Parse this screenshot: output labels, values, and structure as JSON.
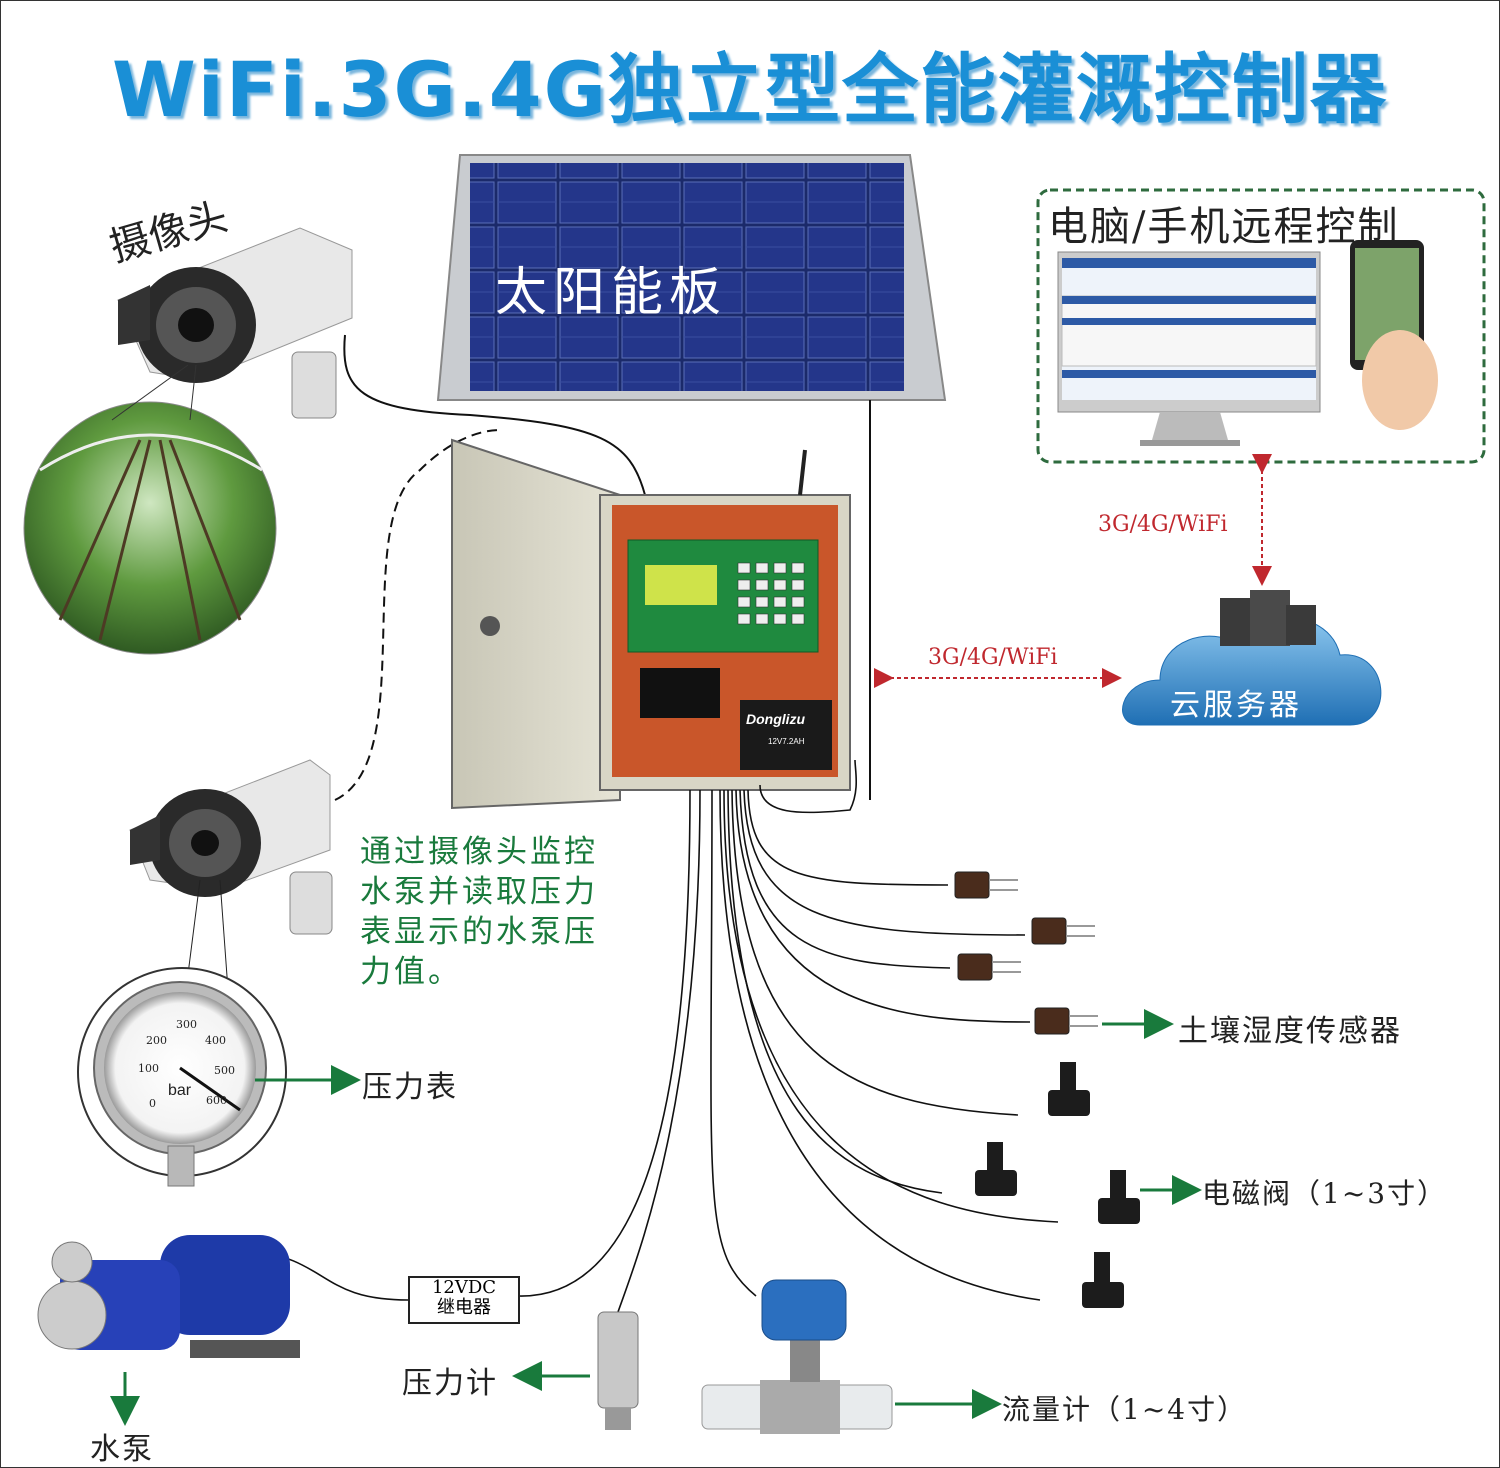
{
  "title": "WiFi.3G.4G独立型全能灌溉控制器",
  "labels": {
    "camera": "摄像头",
    "solar_panel": "太阳能板",
    "remote_control": "电脑/手机远程控制",
    "network_vertical": "3G/4G/WiFi",
    "network_horizontal": "3G/4G/WiFi",
    "cloud_server": "云服务器",
    "camera_note": "通过摄像头监控水泵并读取压力表显示的水泵压力值。",
    "pressure_gauge": "压力表",
    "soil_sensor": "土壤湿度传感器",
    "solenoid_valve": "电磁阀（1~3寸）",
    "relay_line1": "12VDC",
    "relay_line2": "继电器",
    "pressure_meter": "压力计",
    "flow_meter": "流量计（1~4寸）",
    "water_pump": "水泵"
  },
  "device_text": {
    "battery_brand": "Donglizu",
    "battery_spec": "12V7.2AH",
    "gauge_unit": "bar",
    "gauge_ticks": [
      "0",
      "100",
      "200",
      "300",
      "400",
      "500",
      "600"
    ]
  },
  "colors": {
    "title": "#1a8fd6",
    "arrow_green": "#197a3c",
    "network_red": "#c0282e",
    "cloud_blue": "#3f8fd0",
    "frame_green": "#2e6b3e"
  }
}
